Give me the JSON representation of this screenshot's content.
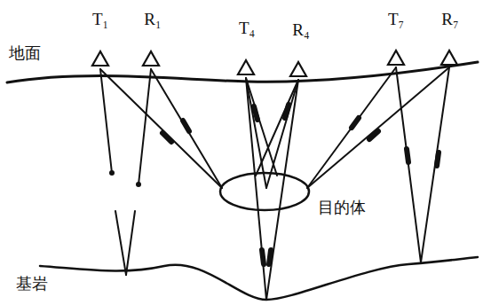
{
  "diagram": {
    "labels": [
      "T₁",
      "R₁",
      "T₄",
      "R₄",
      "T₇",
      "R₇",
      "地面",
      "目的体",
      "基岩"
    ]
  }
}
